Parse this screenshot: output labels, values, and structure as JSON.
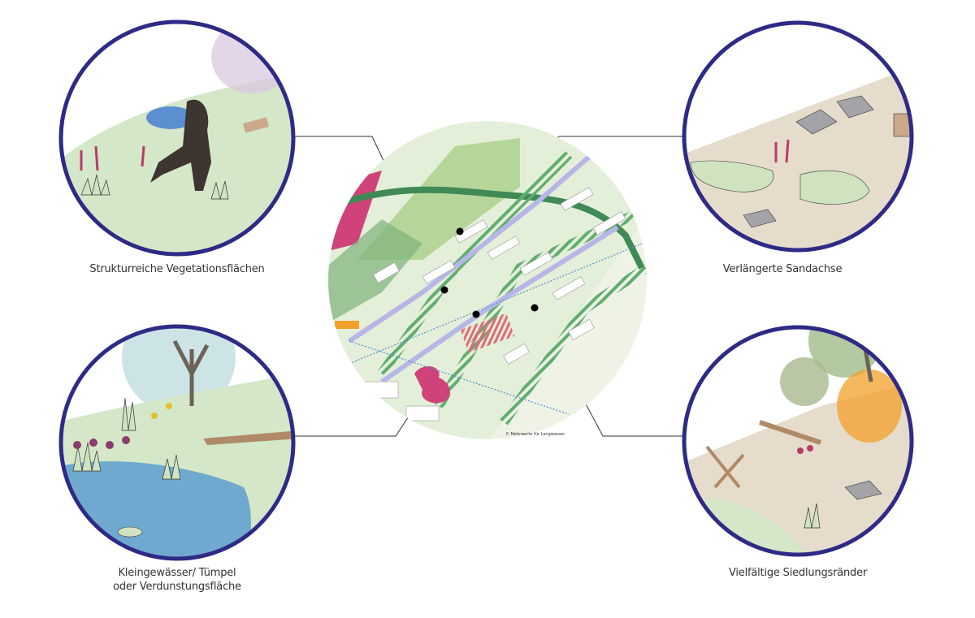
{
  "labels": {
    "top_left": "Strukturreiche Vegetationsflächen",
    "top_right": "Verlängerte Sandachse",
    "bottom_left_line1": "Kleingewässer/ Tümpel",
    "bottom_left_line2": "oder Verdunstungsfläche",
    "bottom_right": "Vielfältige Siedlungsränder"
  },
  "map": {
    "copyright": "© Mehrwerte für Langwasser"
  },
  "colors": {
    "circle_border": "#2e2a86",
    "vegetation": "#c9dfb8",
    "dark_green": "#4f9a5e",
    "water": "#6fa9cf",
    "sand": "#e6dccb",
    "pink": "#d0437a",
    "orange": "#f2a02a"
  }
}
